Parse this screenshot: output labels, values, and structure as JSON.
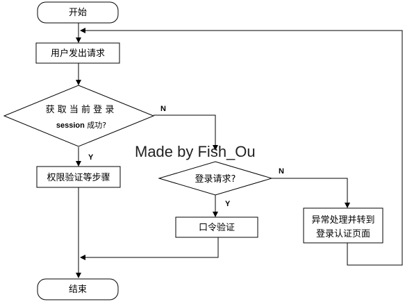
{
  "watermark": "Made by Fish_Ou",
  "nodes": {
    "start": "开始",
    "request": "用户发出请求",
    "get_session_line1": "获 取 当 前 登 录",
    "get_session_prefix": "session",
    "get_session_suffix": " 成功?",
    "permission": "权限验证等步骤",
    "login_request": "登录请求?",
    "password": "口令验证",
    "exception_line1": "异常处理并转到",
    "exception_line2": "登录认证页面",
    "end": "结束"
  },
  "edge_labels": {
    "session_no": "N",
    "session_yes": "Y",
    "login_no": "N",
    "login_yes": "Y"
  }
}
